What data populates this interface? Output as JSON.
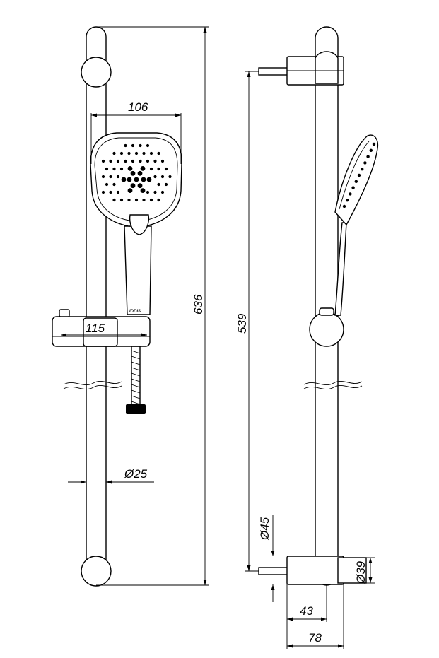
{
  "diagram": {
    "front_view": {
      "dimensions": {
        "head_width": "106",
        "slider_width": "115",
        "total_height": "636",
        "rail_diameter": "Ø25"
      },
      "brand_mark": "IDDIS"
    },
    "side_view": {
      "dimensions": {
        "mount_spacing": "539",
        "bracket_diameter": "Ø45",
        "rail_end_diameter": "Ø39",
        "wall_to_rail": "43",
        "wall_to_bracket_face": "78"
      }
    }
  }
}
